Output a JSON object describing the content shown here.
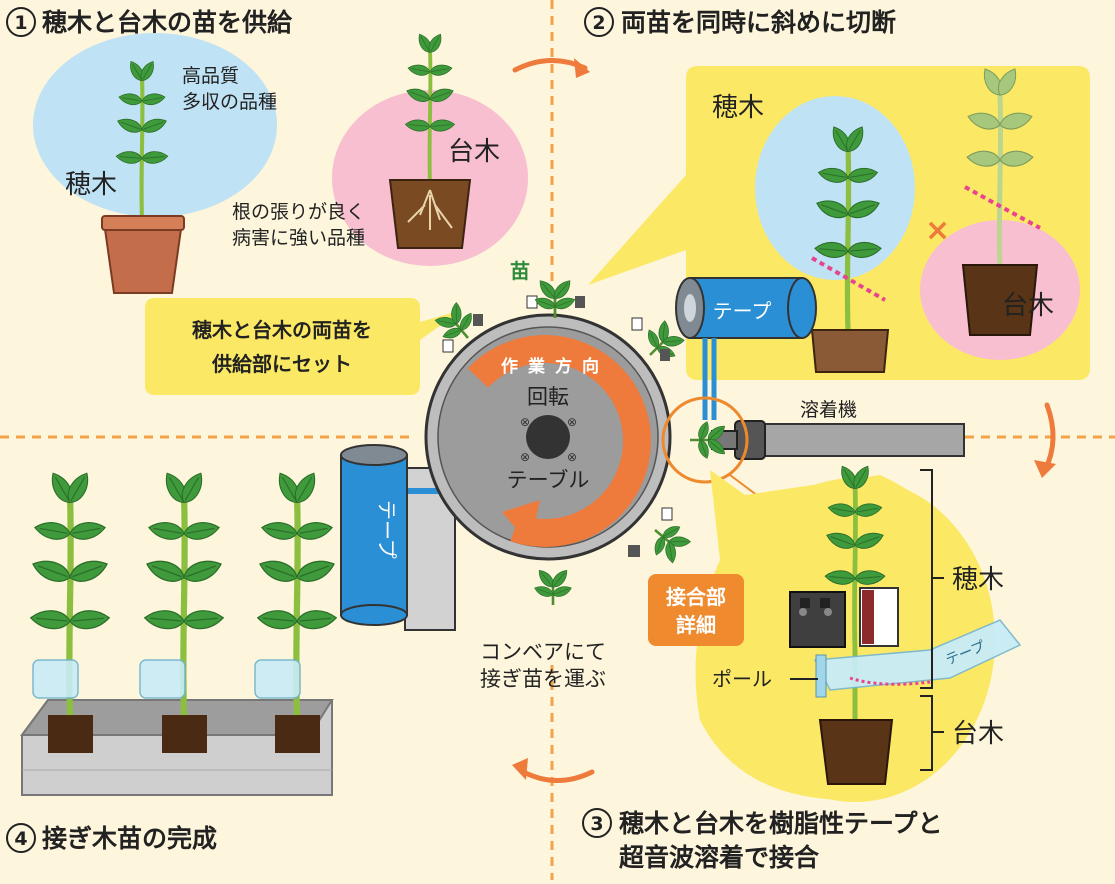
{
  "steps": {
    "s1": {
      "num": "1",
      "title": "穂木と台木の苗を供給"
    },
    "s2": {
      "num": "2",
      "title": "両苗を同時に斜めに切断"
    },
    "s3": {
      "num": "3",
      "title_line1": "穂木と台木を樹脂性テープと",
      "title_line2": "超音波溶着で接合"
    },
    "s4": {
      "num": "4",
      "title": "接ぎ木苗の完成"
    }
  },
  "supply": {
    "scion_label": "穂木",
    "scion_note_line1": "高品質",
    "scion_note_line2": "多収の品種",
    "rootstock_label": "台木",
    "rootstock_note_line1": "根の張りが良く",
    "rootstock_note_line2": "病害に強い品種",
    "callout_line1": "穂木と台木の両苗を",
    "callout_line2": "供給部にセット"
  },
  "machine": {
    "seedling_label": "苗",
    "direction_label": "作業方向",
    "table_line1": "回転",
    "table_line2": "テーブル",
    "tape_label_top": "テープ",
    "tape_label_left": "テープ",
    "welder_label": "溶着機",
    "conveyor_line1": "コンベアにて",
    "conveyor_line2": "接ぎ苗を運ぶ"
  },
  "cut": {
    "scion_label": "穂木",
    "rootstock_label": "台木"
  },
  "detail": {
    "badge_line1": "接合部",
    "badge_line2": "詳細",
    "pole_label": "ポール",
    "tape_label": "テープ",
    "scion_label": "穂木",
    "rootstock_label": "台木"
  },
  "colors": {
    "background": "#fdf5dc",
    "callout_yellow": "#fbe965",
    "scion_blue": "#bfe2f5",
    "rootstock_pink": "#f7bfd0",
    "arrow_orange": "#ee7a3b",
    "tape_blue": "#2b8fd6",
    "leaf_green": "#3f9a3b",
    "machine_gray": "#8c8c8c",
    "badge_orange": "#ef8a2e"
  }
}
